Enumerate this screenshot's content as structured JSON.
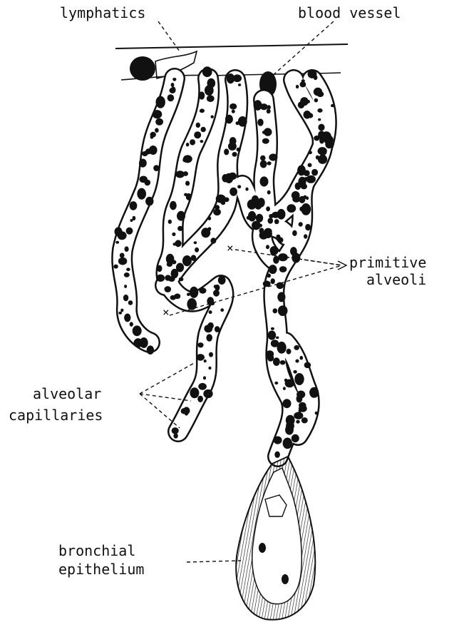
{
  "labels": {
    "lymphatics": "lymphatics",
    "blood_vessel": "blood vessel",
    "primitive_line1": "primitive",
    "primitive_line2": "alveoli",
    "alveolar_line1": "alveolar",
    "alveolar_line2": "capillaries",
    "bronchial_line1": "bronchial",
    "bronchial_line2": "epithelium"
  },
  "colors": {
    "ink": "#111111",
    "paper": "#ffffff"
  }
}
